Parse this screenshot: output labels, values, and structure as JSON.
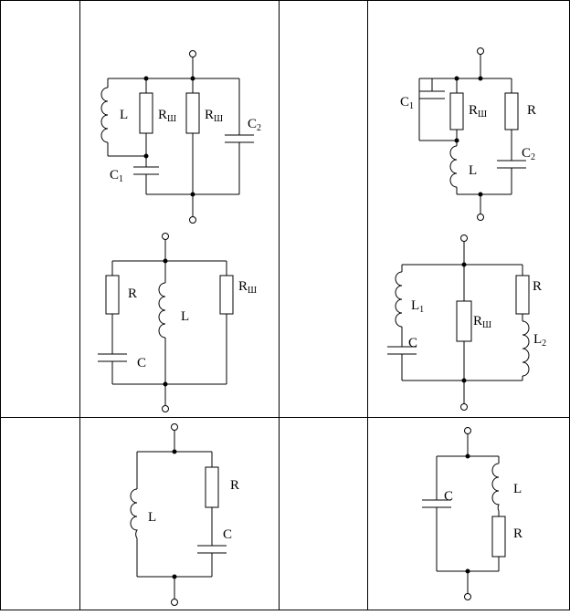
{
  "circuits": [
    {
      "id": "c1",
      "labels": {
        "l": "L",
        "rsh1": "R",
        "rsh1_sub": "Ш",
        "rsh2": "R",
        "rsh2_sub": "Ш",
        "c2": "C",
        "c2_sub": "2",
        "c1": "C",
        "c1_sub": "1"
      }
    },
    {
      "id": "c2",
      "labels": {
        "c1": "C",
        "c1_sub": "1",
        "rsh": "R",
        "rsh_sub": "Ш",
        "r": "R",
        "c2": "C",
        "c2_sub": "2",
        "l": "L"
      }
    },
    {
      "id": "c3",
      "labels": {
        "r": "R",
        "l": "L",
        "rsh": "R",
        "rsh_sub": "Ш",
        "c": "C"
      }
    },
    {
      "id": "c4",
      "labels": {
        "l1": "L",
        "l1_sub": "1",
        "rsh": "R",
        "rsh_sub": "Ш",
        "r": "R",
        "c": "C",
        "l2": "L",
        "l2_sub": "2"
      }
    },
    {
      "id": "c5",
      "labels": {
        "r": "R",
        "l": "L",
        "c": "C"
      }
    },
    {
      "id": "c6",
      "labels": {
        "c": "C",
        "l": "L",
        "r": "R"
      }
    }
  ]
}
